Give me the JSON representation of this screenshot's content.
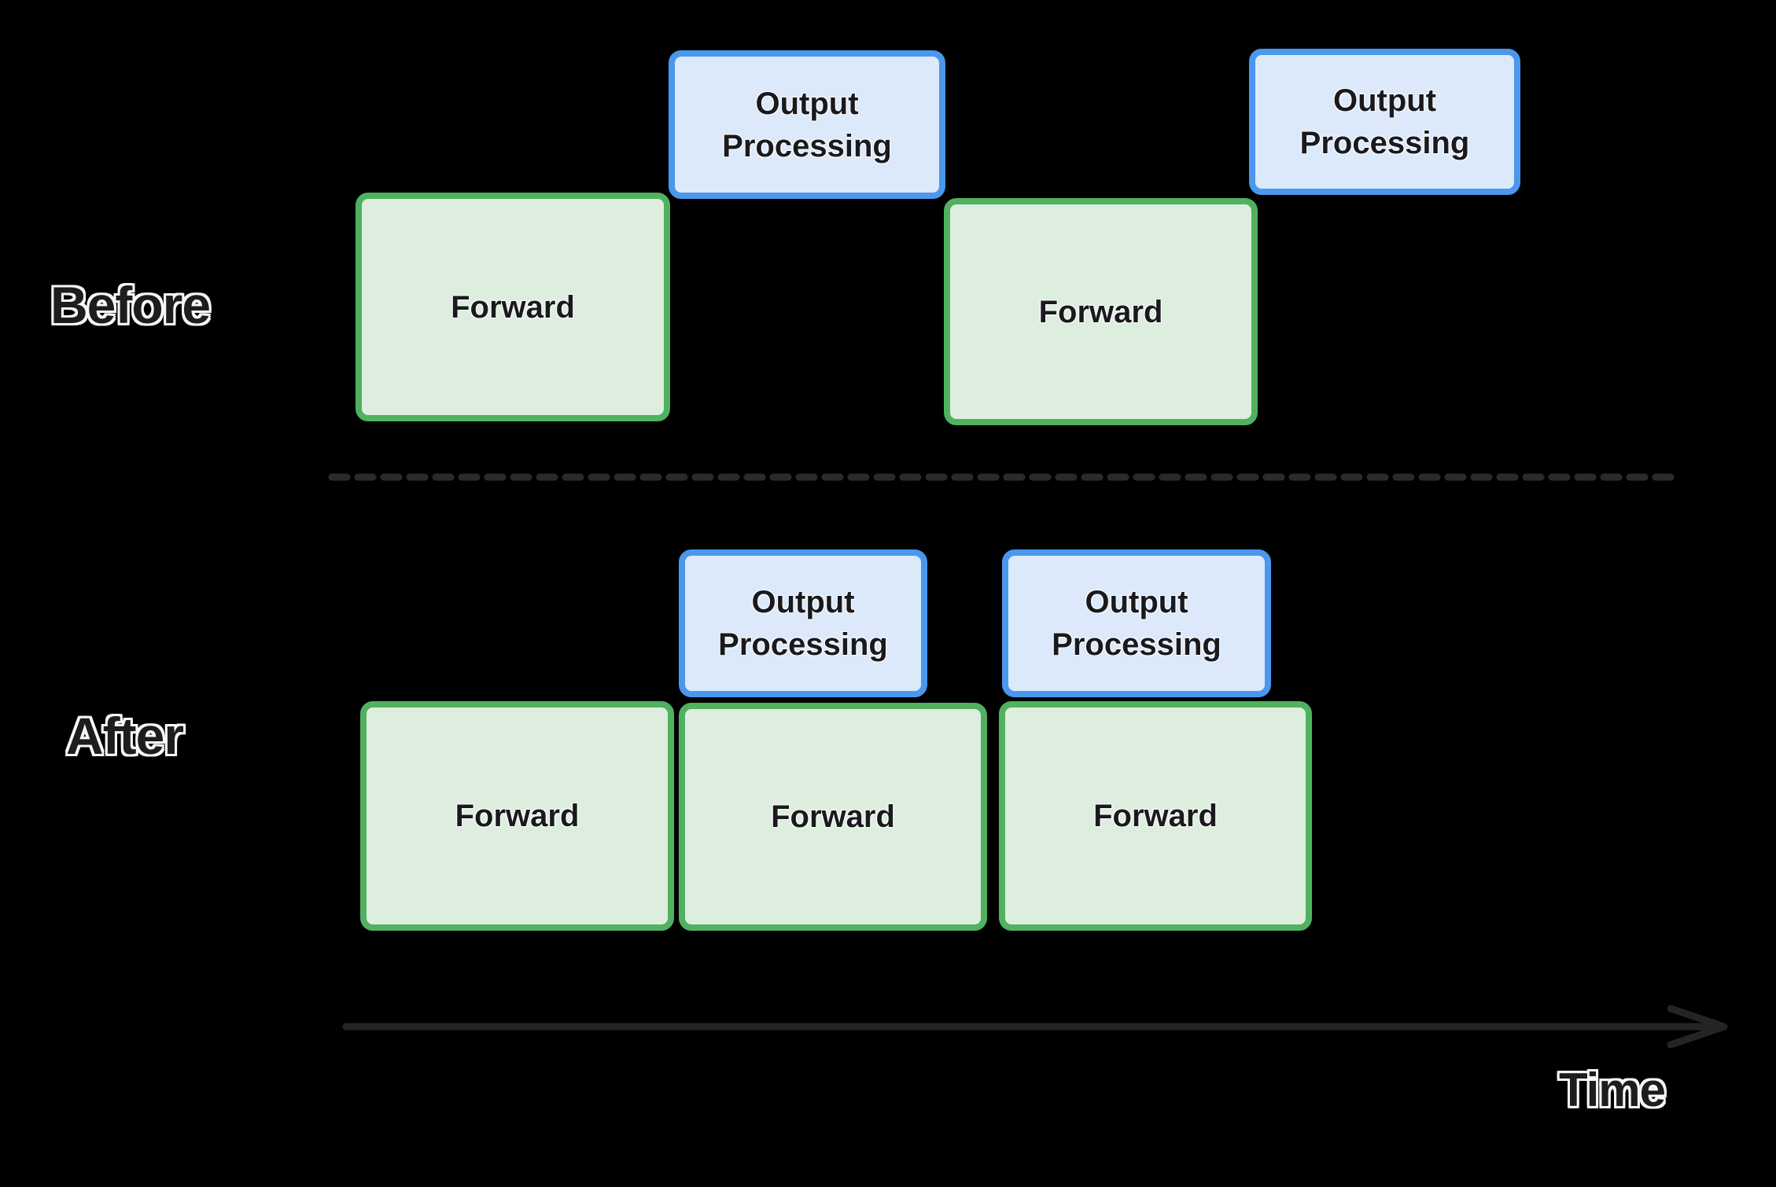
{
  "colors": {
    "background": "#000000",
    "green_border": "#50b160",
    "green_fill": "#ddeede",
    "blue_border": "#4a98ed",
    "blue_fill": "#dce9fa",
    "text_dark": "#1a1a1e",
    "line_gray": "#2a2a2a"
  },
  "before": {
    "label": "Before",
    "forward1": "Forward",
    "output1": "Output Processing",
    "forward2": "Forward",
    "output2": "Output Processing"
  },
  "after": {
    "label": "After",
    "output1": "Output Processing",
    "output2": "Output Processing",
    "forward1": "Forward",
    "forward2": "Forward",
    "forward3": "Forward"
  },
  "timeline": {
    "label": "Time"
  }
}
